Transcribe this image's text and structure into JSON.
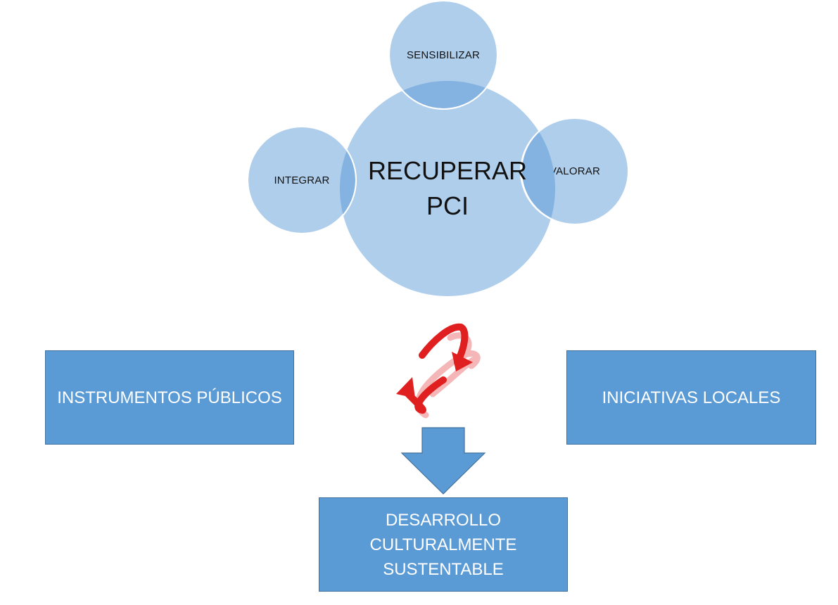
{
  "diagram": {
    "center": {
      "line1": "RECUPERAR",
      "line2": "PCI"
    },
    "satellites": [
      {
        "id": "sensibilizar",
        "label": "SENSIBILIZAR"
      },
      {
        "id": "integrar",
        "label": "INTEGRAR"
      },
      {
        "id": "valorar",
        "label": "VALORAR"
      }
    ],
    "left_box": {
      "label": "INSTRUMENTOS PÚBLICOS"
    },
    "right_box": {
      "label": "INICIATIVAS LOCALES"
    },
    "result_box": {
      "line1": "DESARROLLO",
      "line2": "CULTURALMENTE",
      "line3": "SUSTENTABLE"
    },
    "exchange_icon": "red-exchange-arrows-icon",
    "down_arrow_icon": "down-arrow-icon"
  },
  "colors": {
    "circle_fill": "#9bc2e6",
    "overlap_fill": "#84b3e2",
    "box_fill": "#5b9bd5",
    "box_border": "#41719c",
    "exchange_red": "#e02020",
    "exchange_shadow": "#f4b6b6"
  }
}
